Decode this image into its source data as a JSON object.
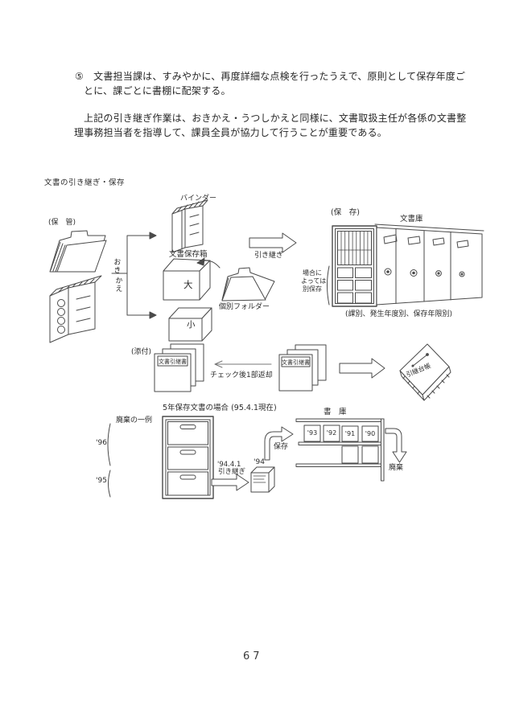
{
  "document": {
    "para1_line1": "⑤　文書担当課は、すみやかに、再度詳細な点検を行ったうえで、原則として保存年度ご",
    "para1_line2": "とに、課ごとに書棚に配架する。",
    "para2_line1": "上記の引き継ぎ作業は、おきかえ・うつしかえと同様に、文書取扱主任が各係の文書整",
    "para2_line2": "理事務担当者を指導して、課員全員が協力して行うことが重要である。",
    "page_number": "67"
  },
  "diagram": {
    "title": "文書の引き継ぎ・保存",
    "storage_label": "(保　管)",
    "okikae_top": "おき",
    "okikae_bottom": "かえ",
    "binder_label": "バインダー",
    "doc_box_label": "文書保存箱",
    "box_large_label": "大",
    "box_small_label": "小",
    "individual_folder_label": "個別フォルダー",
    "handover_arrow_label": "引き継ぎ",
    "preservation_label": "(保　存)",
    "doc_room_label": "文書庫",
    "case_note_1": "場合に",
    "case_note_2": "よっては",
    "case_note_3": "別保存",
    "classification_caption": "(課別、発生年度別、保存年限別)",
    "attachment_label": "(添付)",
    "handover_sheet_left": "文書引継書",
    "handover_sheet_right": "文書引継書",
    "check_return_label": "チェック後1部返却",
    "ledger_label": "引継台帳",
    "five_year_title": "5年保存文書の場合 (95.4.1現在)",
    "disposal_example_label": "廃棄の一例",
    "year_96": "'96",
    "year_95": "'95",
    "transfer_date_1": "'94.4.1",
    "transfer_date_2": "引き継ぎ",
    "box94_label": "'94",
    "save_label": "保存",
    "shoko_label": "書　庫",
    "shelf_years": [
      "'93",
      "'92",
      "'91",
      "'90"
    ],
    "disposal_label": "廃棄"
  }
}
